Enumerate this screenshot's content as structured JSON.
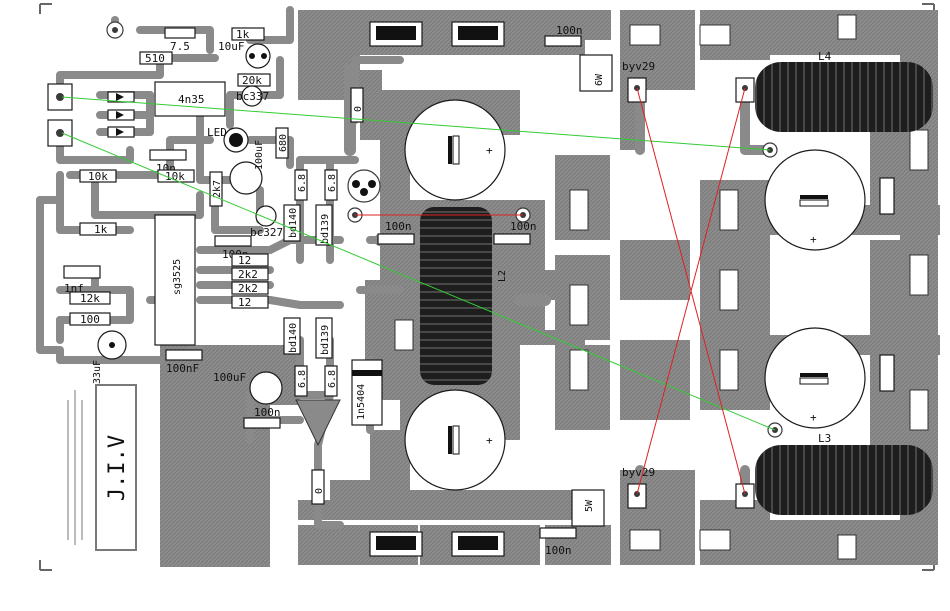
{
  "board": {
    "colors": {
      "copper": "#8c8c8c",
      "copper_dark": "#6e6e6e",
      "background": "#ffffff",
      "silk": "#111111",
      "jumper_green": "#33cc33",
      "jumper_red": "#dd2222",
      "coil": "#1e1e1e"
    },
    "components": {
      "r_7_5": "7.5",
      "r_1k_top": "1k",
      "c_10uf_top": "10uF",
      "r_510": "510",
      "r_20k": "20k",
      "ic_4n35": "4n35",
      "q_bc337": "bc337",
      "led": "LED",
      "c_100uf_a": "100uF",
      "r_680": "680",
      "c_10n": "10n",
      "r_10k_a": "10k",
      "r_10k_b": "10k",
      "r_2k7": "2k7",
      "r_6r8_a": "6.8",
      "r_6r8_b": "6.8",
      "q_bd140_a": "bd140",
      "q_bd139_a": "bd139",
      "q_bc327": "bc327",
      "r_1k_mid": "1k",
      "ic_sg3525": "sg3525",
      "c_100n_a": "100n",
      "r_12_a": "12",
      "r_2k2_a": "2k2",
      "r_2k2_b": "2k2",
      "r_12_b": "12",
      "c_1nf": "1nf",
      "r_12k": "12k",
      "r_100": "100",
      "c_33uf": "33uF",
      "c_100nf": "100nF",
      "q_bd140_b": "bd140",
      "q_bd139_b": "bd139",
      "c_100uf_b": "100uF",
      "r_6r8_c": "6.8",
      "r_6r8_d": "6.8",
      "c_100n_b": "100n",
      "d_1n5404": "1n5404",
      "r_0_a": "0",
      "r_0_b": "0",
      "c_100n_top": "100n",
      "c_100n_l2a": "100n",
      "c_100n_l2b": "100n",
      "l2": "L2",
      "c_6w": "6W",
      "c_5w": "5W",
      "c_100n_bottom": "100n",
      "d_byv29_top": "byv29",
      "d_byv29_bottom": "byv29",
      "l4": "L4",
      "l3": "L3",
      "polarity_plus": "+"
    },
    "logo_text": "J.I.V"
  }
}
